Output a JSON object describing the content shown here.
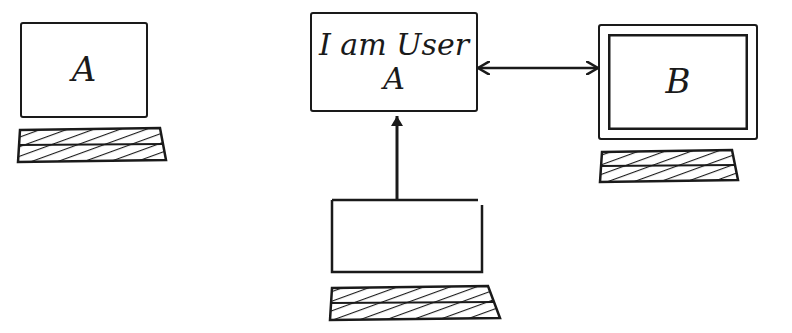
{
  "diagram": {
    "nodes": [
      {
        "text": [
          "A"
        ]
      },
      {
        "text": [
          "I am User A"
        ]
      },
      {
        "text": [
          "B"
        ]
      }
    ],
    "edges": [
      {
        "from": 1,
        "to": 2,
        "arrow": "both"
      }
    ]
  }
}
